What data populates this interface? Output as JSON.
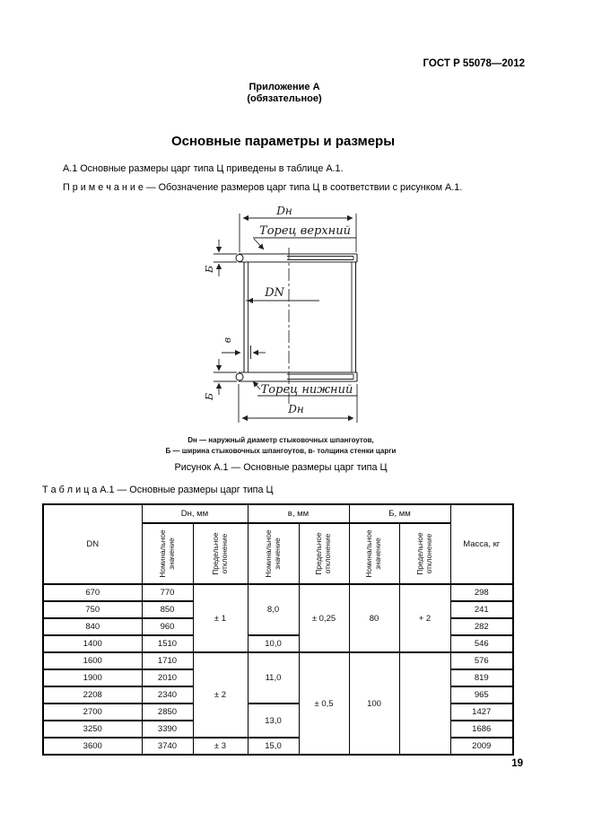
{
  "doc": {
    "standard_ref": "ГОСТ Р 55078—2012",
    "appendix": "Приложение А",
    "appendix_type": "(обязательное)",
    "title": "Основные параметры и размеры",
    "para_a1": "А.1 Основные размеры царг типа Ц приведены в таблице А.1.",
    "note": "П р и м е ч а н и е  — Обозначение размеров царг типа Ц в соответствии с рисунком А.1.",
    "page_number": "19"
  },
  "figure": {
    "dim_dn_top": "Dн",
    "label_top_face": "Торец верхний",
    "dim_dn_inner": "DN",
    "dim_b_top": "Б",
    "dim_v": "в",
    "dim_b_bottom": "Б",
    "label_bottom_face": "Торец нижний",
    "dim_dn_bottom": "Dн",
    "legend_line1": "Dн — наружный диаметр стыковочных шпангоутов,",
    "legend_line2": "Б — ширина стыковочных шпангоутов, в- толщина стенки царги",
    "caption": "Рисунок А.1 — Основные размеры царг типа Ц"
  },
  "table": {
    "caption": "Т а б л и ц а  А.1 — Основные размеры царг типа Ц",
    "headers": {
      "dn": "DN",
      "group_dnar": "Dн, мм",
      "group_v": "в, мм",
      "group_b": "Б, мм",
      "mass": "Масса, кг",
      "nominal": "Номинальное значение",
      "deviation": "Предельное отклонение"
    },
    "merged": {
      "dnar_dev_a": "± 1",
      "dnar_dev_b": "± 2",
      "dnar_dev_c": "± 3",
      "v_nom_a": "8,0",
      "v_nom_b": "10,0",
      "v_nom_c": "11,0",
      "v_nom_d": "13,0",
      "v_nom_e": "15,0",
      "v_dev_a": "± 0,25",
      "v_dev_b": "± 0,5",
      "b_nom_a": "80",
      "b_nom_b": "100",
      "b_dev_a": "+ 2",
      "b_dev_b": ""
    },
    "rows": [
      {
        "dn": "670",
        "dnar": "770",
        "mass": "298"
      },
      {
        "dn": "750",
        "dnar": "850",
        "mass": "241"
      },
      {
        "dn": "840",
        "dnar": "960",
        "mass": "282"
      },
      {
        "dn": "1400",
        "dnar": "1510",
        "mass": "546"
      },
      {
        "dn": "1600",
        "dnar": "1710",
        "mass": "576"
      },
      {
        "dn": "1900",
        "dnar": "2010",
        "mass": "819"
      },
      {
        "dn": "2208",
        "dnar": "2340",
        "mass": "965"
      },
      {
        "dn": "2700",
        "dnar": "2850",
        "mass": "1427"
      },
      {
        "dn": "3250",
        "dnar": "3390",
        "mass": "1686"
      },
      {
        "dn": "3600",
        "dnar": "3740",
        "mass": "2009"
      }
    ]
  }
}
